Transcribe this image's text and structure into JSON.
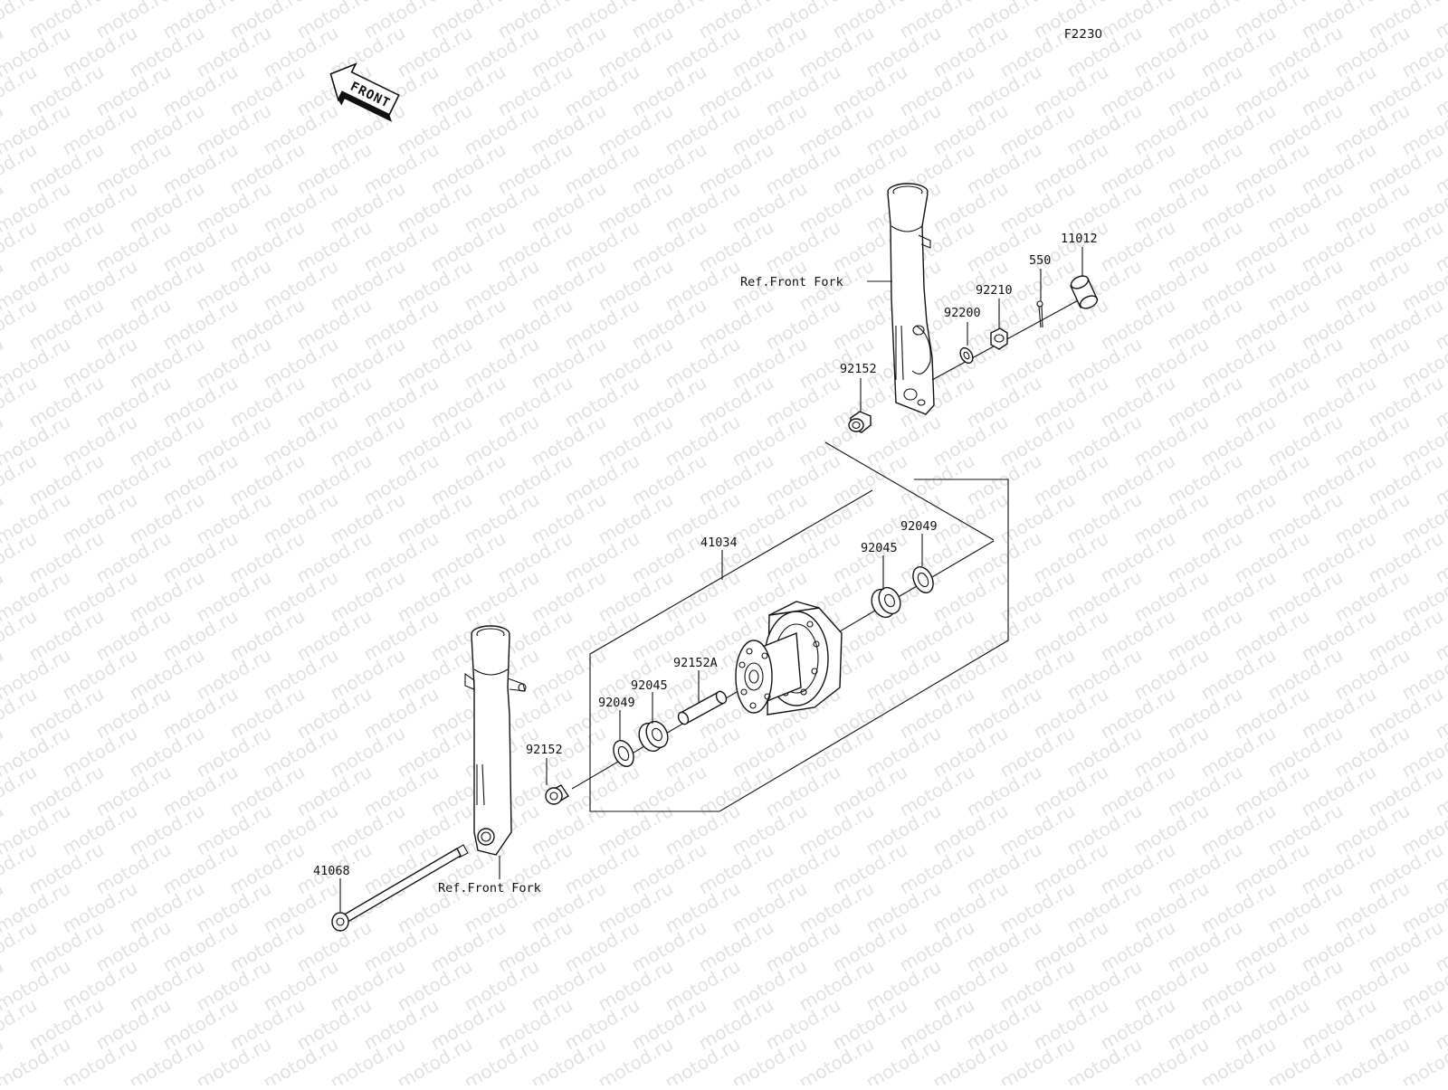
{
  "diagram": {
    "code": "F2230",
    "front_arrow_label": "FRONT",
    "watermark": "motod.ru",
    "colors": {
      "line": "#111111",
      "background": "#ffffff",
      "watermark": "#c8c8c8"
    }
  },
  "parts": {
    "p11012": "11012",
    "p550": "550",
    "p92210": "92210",
    "p92200": "92200",
    "p92152_upper": "92152",
    "ref_fork_upper": "Ref.Front Fork",
    "p41034": "41034",
    "p92049_right": "92049",
    "p92045_right": "92045",
    "p92152A": "92152A",
    "p92045_left": "92045",
    "p92049_left": "92049",
    "p92152_lower": "92152",
    "p41068": "41068",
    "ref_fork_lower": "Ref.Front Fork"
  }
}
